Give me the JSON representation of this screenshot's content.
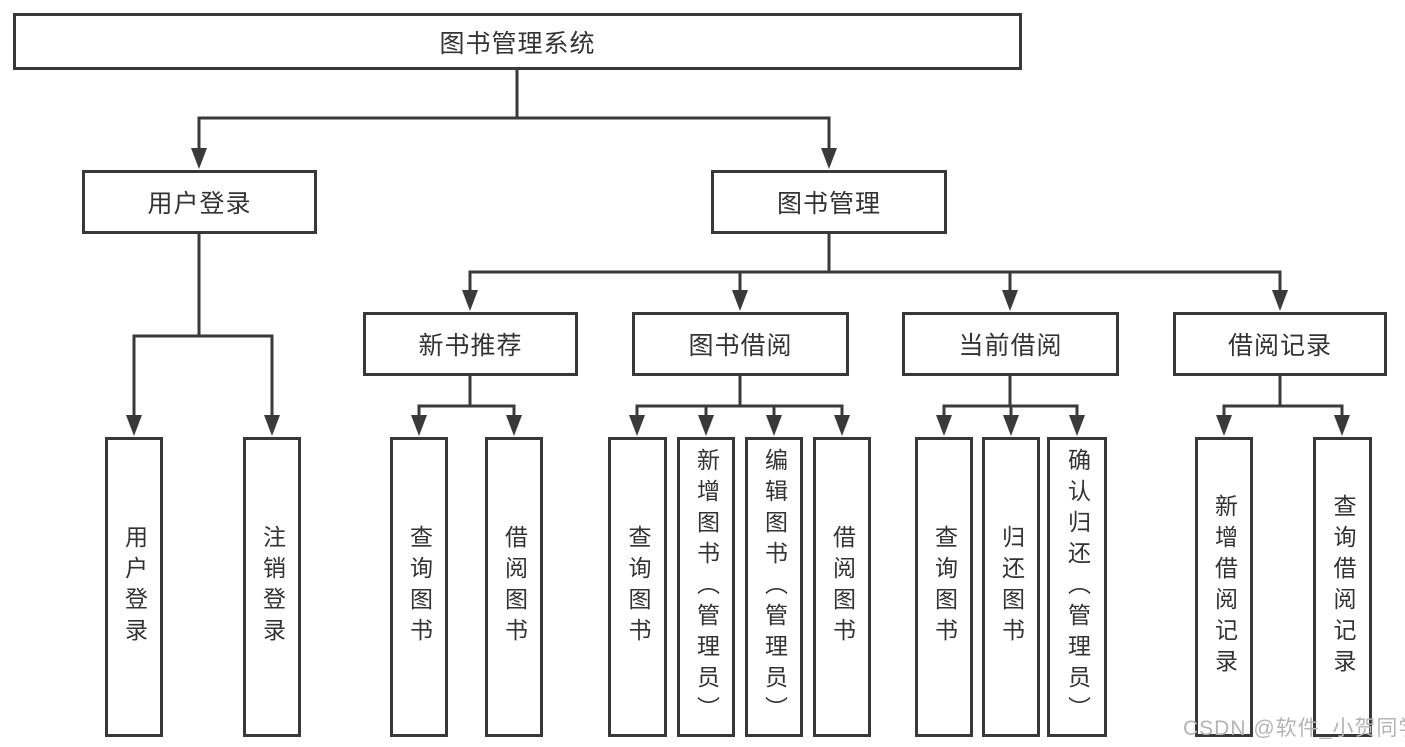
{
  "diagram": {
    "title_node": "图书管理系统",
    "level2": {
      "user_login": "用户登录",
      "book_management": "图书管理"
    },
    "level3": {
      "new_book_recommend": "新书推荐",
      "book_borrowing": "图书借阅",
      "current_borrowing": "当前借阅",
      "borrowing_records": "借阅记录"
    },
    "leaves": {
      "user_login": [
        "用户登录",
        "注销登录"
      ],
      "new_book_recommend": [
        "查询图书",
        "借阅图书"
      ],
      "book_borrowing": [
        "查询图书",
        "新增图书（管理员）",
        "编辑图书（管理员）",
        "借阅图书"
      ],
      "current_borrowing": [
        "查询图书",
        "归还图书",
        "确认归还（管理员）"
      ],
      "borrowing_records": [
        "新增借阅记录",
        "查询借阅记录"
      ]
    }
  },
  "watermark": {
    "text": "CSDN @软件_小贺同学"
  },
  "colors": {
    "line": "#3a3a3a",
    "text": "#333333",
    "watermark": "#b4b4b4",
    "background": "#ffffff"
  }
}
